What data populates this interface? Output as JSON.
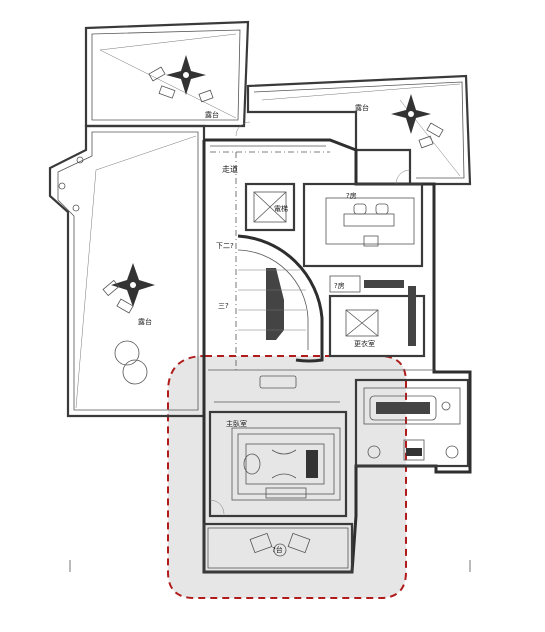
{
  "labels": {
    "terrace_top_left": "露台",
    "terrace_top_right": "露台",
    "terrace_left": "露台",
    "corridor": "走道",
    "elevator": "電梯",
    "study": "?房",
    "stair_down": "下二?",
    "stair_up": "三?",
    "closet_small": "?房",
    "dressing_room": "更衣室",
    "master_bedroom": "主臥室",
    "balcony_marker": "?台"
  },
  "colors": {
    "highlight_border": "#b01c1c",
    "highlight_fill": "#e6e6e6",
    "wall": "#3a3a3a"
  },
  "icons": [
    "umbrella-icon",
    "lounge-chair-icon",
    "bed-icon",
    "staircase-icon",
    "elevator-icon",
    "desk-icon",
    "bathtub-icon"
  ]
}
